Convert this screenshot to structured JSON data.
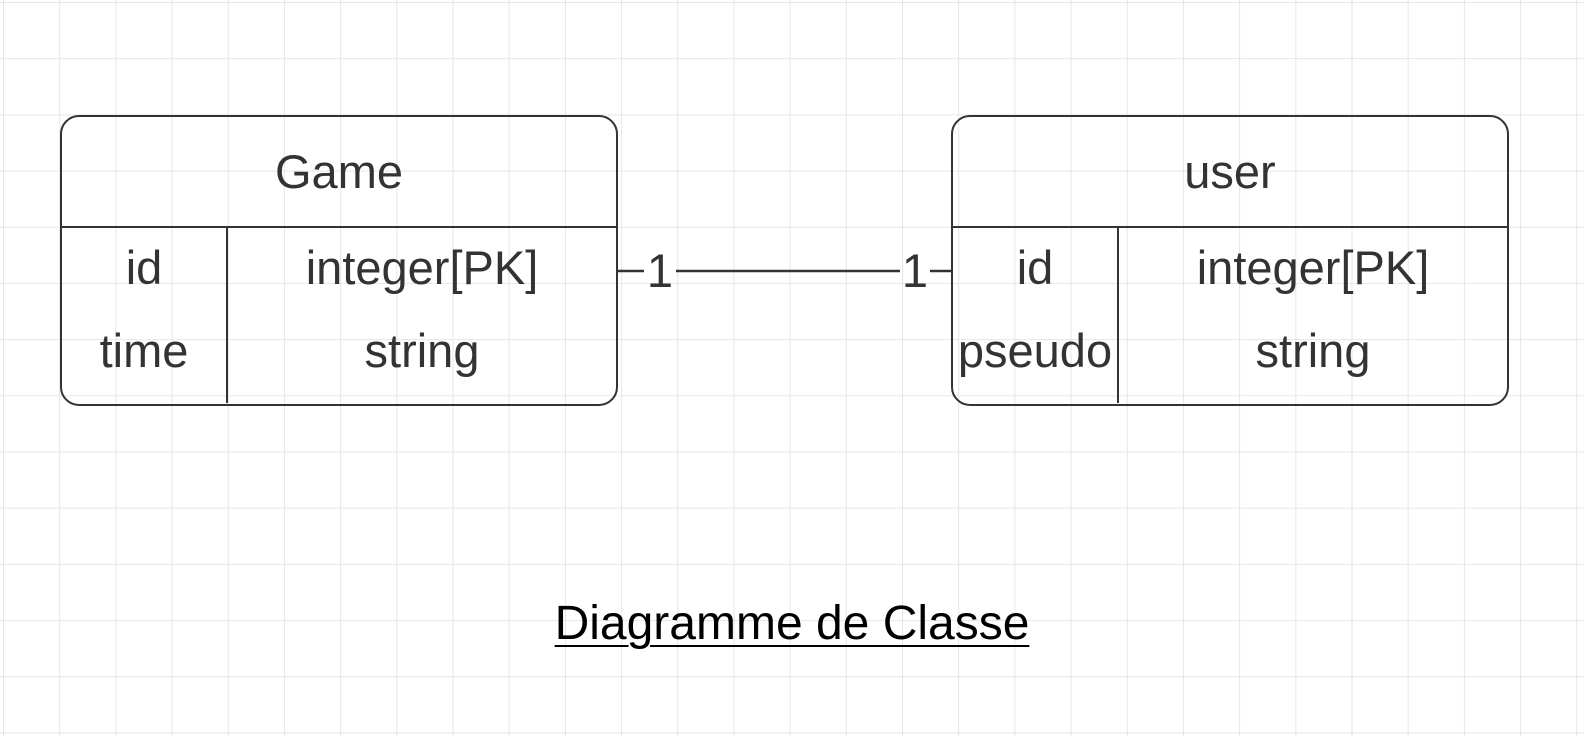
{
  "entities": [
    {
      "name": "Game",
      "fields": [
        {
          "name": "id",
          "type": "integer[PK]"
        },
        {
          "name": "time",
          "type": "string"
        }
      ]
    },
    {
      "name": "user",
      "fields": [
        {
          "name": "id",
          "type": "integer[PK]"
        },
        {
          "name": "pseudo",
          "type": "string"
        }
      ]
    }
  ],
  "relation": {
    "left_cardinality": "1",
    "right_cardinality": "1"
  },
  "title": "Diagramme de Classe",
  "colors": {
    "stroke": "#333333",
    "grid": "#e6e6e6",
    "title": "#000000"
  }
}
